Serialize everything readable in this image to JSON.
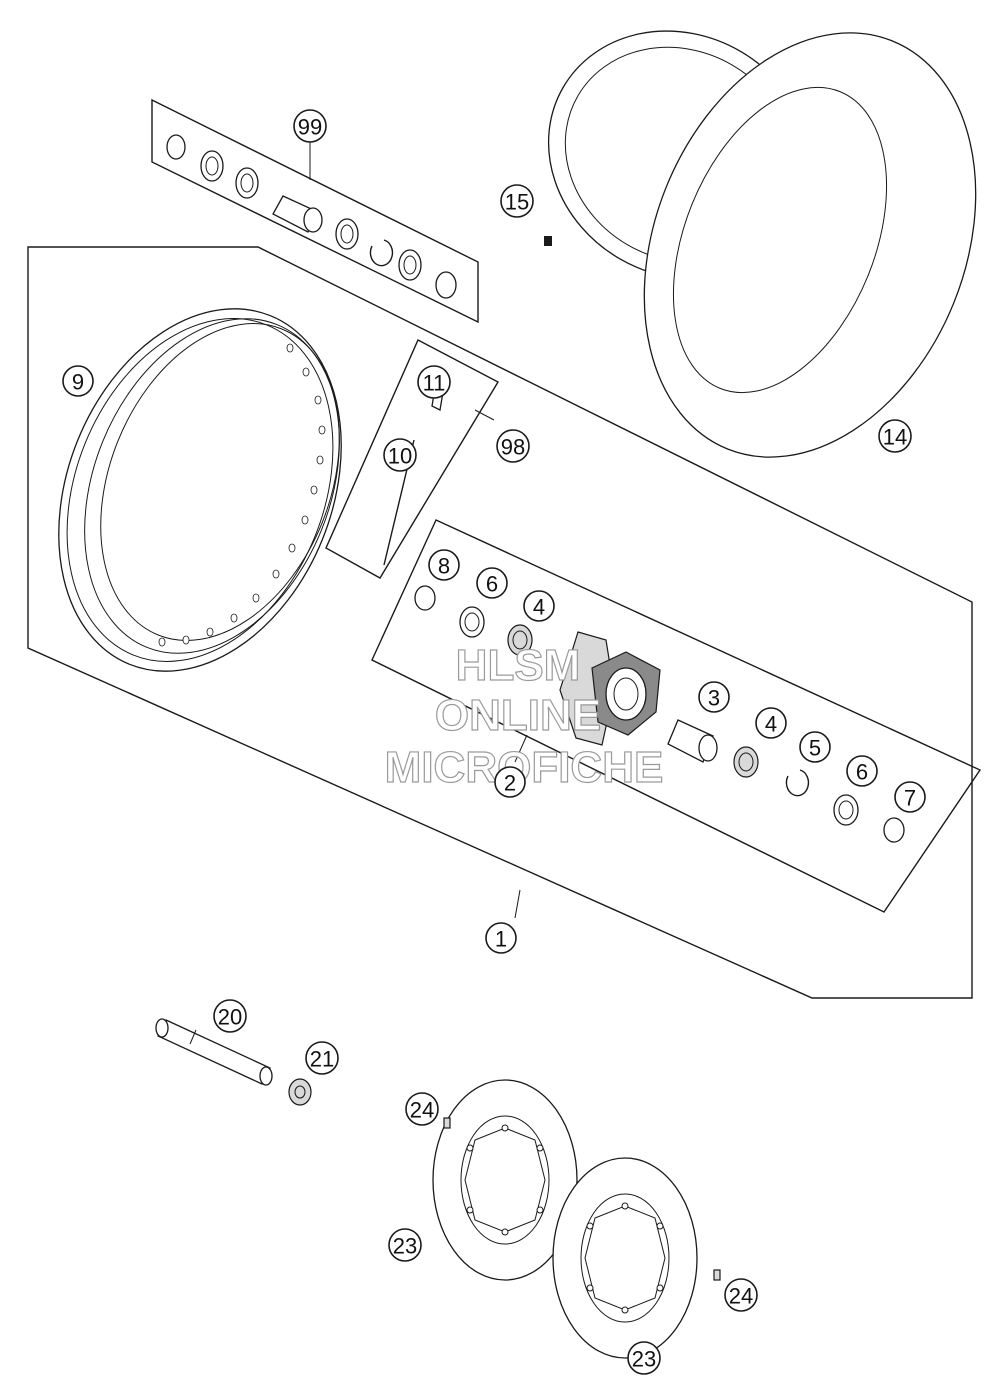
{
  "callouts": [
    {
      "id": "c99",
      "label": "99"
    },
    {
      "id": "c15",
      "label": "15"
    },
    {
      "id": "c14",
      "label": "14"
    },
    {
      "id": "c9",
      "label": "9"
    },
    {
      "id": "c11",
      "label": "11"
    },
    {
      "id": "c10",
      "label": "10"
    },
    {
      "id": "c98",
      "label": "98"
    },
    {
      "id": "c8",
      "label": "8"
    },
    {
      "id": "c6a",
      "label": "6"
    },
    {
      "id": "c4a",
      "label": "4"
    },
    {
      "id": "c3",
      "label": "3"
    },
    {
      "id": "c4b",
      "label": "4"
    },
    {
      "id": "c5",
      "label": "5"
    },
    {
      "id": "c6b",
      "label": "6"
    },
    {
      "id": "c7",
      "label": "7"
    },
    {
      "id": "c2",
      "label": "2"
    },
    {
      "id": "c1",
      "label": "1"
    },
    {
      "id": "c20",
      "label": "20"
    },
    {
      "id": "c21",
      "label": "21"
    },
    {
      "id": "c24a",
      "label": "24"
    },
    {
      "id": "c23a",
      "label": "23"
    },
    {
      "id": "c24b",
      "label": "24"
    },
    {
      "id": "c23b",
      "label": "23"
    }
  ],
  "watermark": {
    "line1": "HLSM",
    "line2": "ONLINE",
    "line3": "MICROFICHE"
  }
}
